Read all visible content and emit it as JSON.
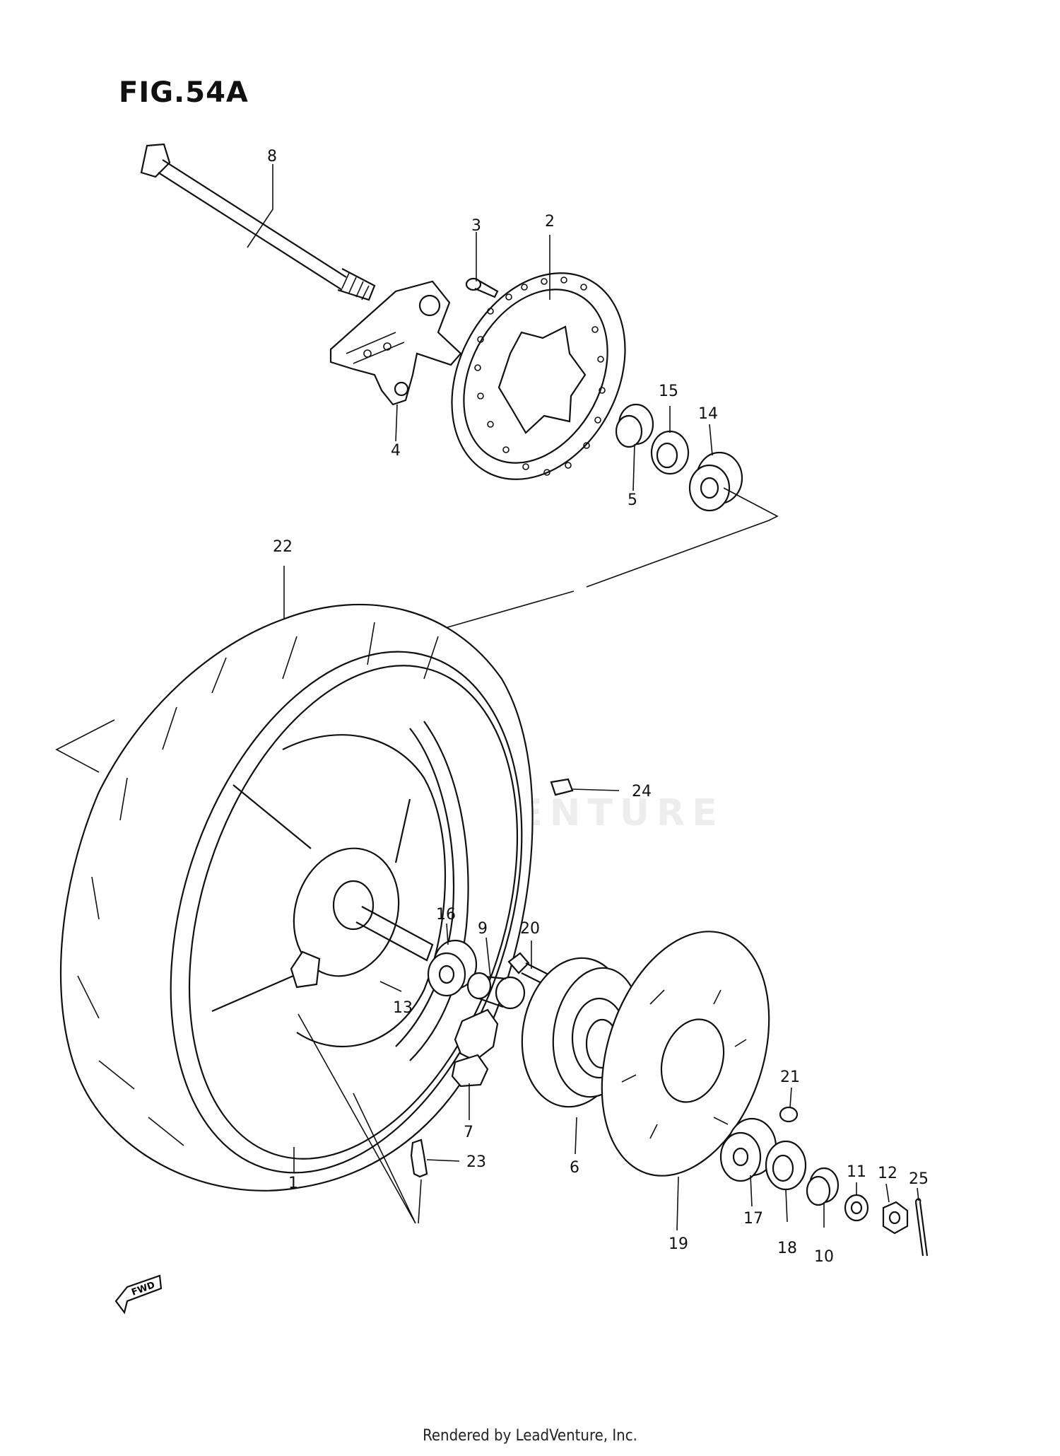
{
  "figure": {
    "title": "FIG.54A",
    "footer": "Rendered by LeadVenture, Inc.",
    "watermark": "LEADVENTURE",
    "fwd_label": "FWD"
  },
  "callouts": [
    {
      "id": "c1",
      "label": "1"
    },
    {
      "id": "c2",
      "label": "2"
    },
    {
      "id": "c3",
      "label": "3"
    },
    {
      "id": "c4",
      "label": "4"
    },
    {
      "id": "c5",
      "label": "5"
    },
    {
      "id": "c6",
      "label": "6"
    },
    {
      "id": "c7",
      "label": "7"
    },
    {
      "id": "c8",
      "label": "8"
    },
    {
      "id": "c9",
      "label": "9"
    },
    {
      "id": "c10",
      "label": "10"
    },
    {
      "id": "c11",
      "label": "11"
    },
    {
      "id": "c12",
      "label": "12"
    },
    {
      "id": "c13",
      "label": "13"
    },
    {
      "id": "c14",
      "label": "14"
    },
    {
      "id": "c15",
      "label": "15"
    },
    {
      "id": "c16",
      "label": "16"
    },
    {
      "id": "c17",
      "label": "17"
    },
    {
      "id": "c18",
      "label": "18"
    },
    {
      "id": "c19",
      "label": "19"
    },
    {
      "id": "c20",
      "label": "20"
    },
    {
      "id": "c21",
      "label": "21"
    },
    {
      "id": "c22",
      "label": "22"
    },
    {
      "id": "c23",
      "label": "23"
    },
    {
      "id": "c24",
      "label": "24"
    },
    {
      "id": "c25",
      "label": "25"
    }
  ]
}
